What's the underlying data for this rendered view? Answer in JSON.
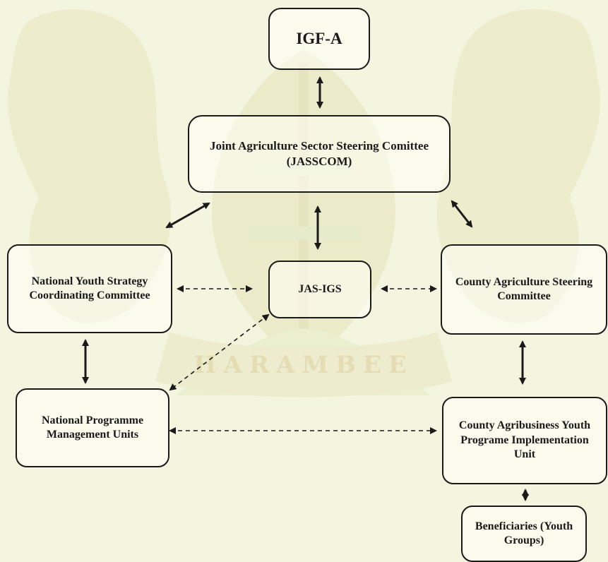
{
  "diagram": {
    "background_color": "#f3f5df",
    "watermark_motto": "HARAMBEE",
    "nodes": {
      "igfa": "IGF-A",
      "jasscom": "Joint Agriculture Sector Steering Comittee (JASSCOM)",
      "national_youth_strategy": "National Youth Strategy Coordinating Committee",
      "jas_igs": "JAS-IGS",
      "county_agriculture": "County Agriculture Steering Committee",
      "national_programme": "National Programme Management Units",
      "county_agribusiness": "County Agribusiness Youth Programe Implementation Unit",
      "beneficiaries": "Beneficiaries (Youth Groups)"
    }
  }
}
